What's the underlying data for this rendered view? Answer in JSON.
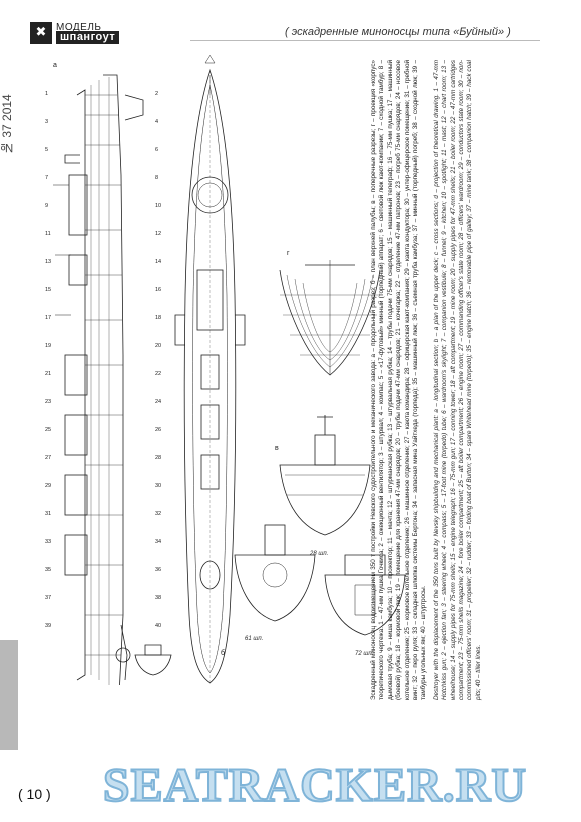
{
  "header": {
    "logo_symbol": "✖",
    "logo_top": "МОДЕЛЬ",
    "logo_bottom": "шпангоут",
    "series_title": "( эскадренные миноносцы типа «Буйный» )"
  },
  "issue": "№ 37 2014",
  "page_number": "( 10 )",
  "watermark": "SEATRACKER.RU",
  "drawing": {
    "callouts_left": [
      "1",
      "2",
      "3",
      "4",
      "5",
      "6",
      "7",
      "8",
      "9",
      "10",
      "11",
      "12",
      "13",
      "14",
      "15",
      "16",
      "17",
      "18",
      "19",
      "20",
      "21",
      "22",
      "23",
      "24",
      "25",
      "26",
      "27",
      "28",
      "29",
      "30",
      "31",
      "32",
      "33",
      "34",
      "35",
      "36",
      "37",
      "38",
      "39",
      "40"
    ],
    "section_labels": [
      "28 шп.",
      "61 шп.",
      "72 шп.",
      "в",
      "г"
    ]
  },
  "captions": {
    "ru": "Эскадренный миноносец водоизмещением 350 т постройки Невского судостроительного и механического завода: а – продольный разрез; б – план верхней палубы; в – поперечные разрезы; г – проекция «корпус» теоретического чертежа. 1 – 47-мм пушка Гочкиса; 2 – ожекционный вентилятор; 3 – штурвал; 4 – компас; 5 – «17-футовый» минный (торпедный) аппарат; 6 – световой люк кают-компании; 7 – сходной тамбур; 8 – дымовая труба; 9 – ниша камбуза; 10 – прожектор; 11 – мачта; 12 – штурманская рубка; 13 – штурвальная рубка; 14 – трубы подачи 75-мм снарядов; 15 – машинный телеграф; 16 – 75-мм пушка; 17 – машинный (боевой) рубка; 18 – кормовой люк; 19 – помещение для хранения 47-мм снарядов; 20 – трубы подачи 47-мм снарядов; 21 – кочегарка; 22 – отделение 47-мм патронов; 23 – погреб 75-мм снарядов; 24 – носовое котельное отделение; 25 – кормовое котельное отделение; 26 – машинное отделение; 27 – каюта командира; 28 – офицерская кают-компания; 29 – каюта кондуктора; 30 – унтер-офицерское помещение; 31 – гребной винт; 32 – перо руля; 33 – складная шлюпка системы Бертона; 34 – запасная мина Уайтхеда (торпеда); 35 – машинный люк; 36 – съемная труба камбуза; 37 – минный (торпедный) погреб; 38 – сходной люк; 39 – тамбуры угольных ям; 40 – штуртросы.",
    "en": "Destroyer with the displacement of the 350 tons built by Nevsky shipbuilding and mechanical plant: a – longitudinal section; b – a plan of the upper deck; c – cross sections; d – projection of theoretical drawing. 1 – 47-mm Hotchkiss gun; 2 – ejection fan; 3 – steering wheel; 4 – compass; 5 – 17-foot mine (torpedo) tube; 6 – wardroom's skylight; 7 – companion vestibule; 8 – funnel; 9 – kitchen; 10 – spotlight; 11 – mast; 12 – chart room; 13 – wheelhouse; 14 – supply pipes for 75-mm shells; 15 – engine telegraph; 16 – 75-mm gun; 17 – conning tower; 18 – aft compartment; 19 – mine room; 20 – supply pipes for 47-mm shells; 21 – boiler room; 22 – 47-mm cartridges compartment; 23 – 75-mm shells magazine; 24 – fore boiler compartment; 25 – aft boiler compartment; 26 – engine room; 27 – commanding officer's state room; 28 – officers' wardroom; 29 – conductors state room; 30 – non-commissioned officers' room; 31 – propeller; 32 – rudder; 33 – folding boat of Burton; 34 – spare Whitehead mine (torpedo); 35 – engine hatch; 36 – removable pipe of galley; 37 – mine tank; 38 – companion hatch; 39 – hack coal pits; 40 – tiller lines."
  }
}
